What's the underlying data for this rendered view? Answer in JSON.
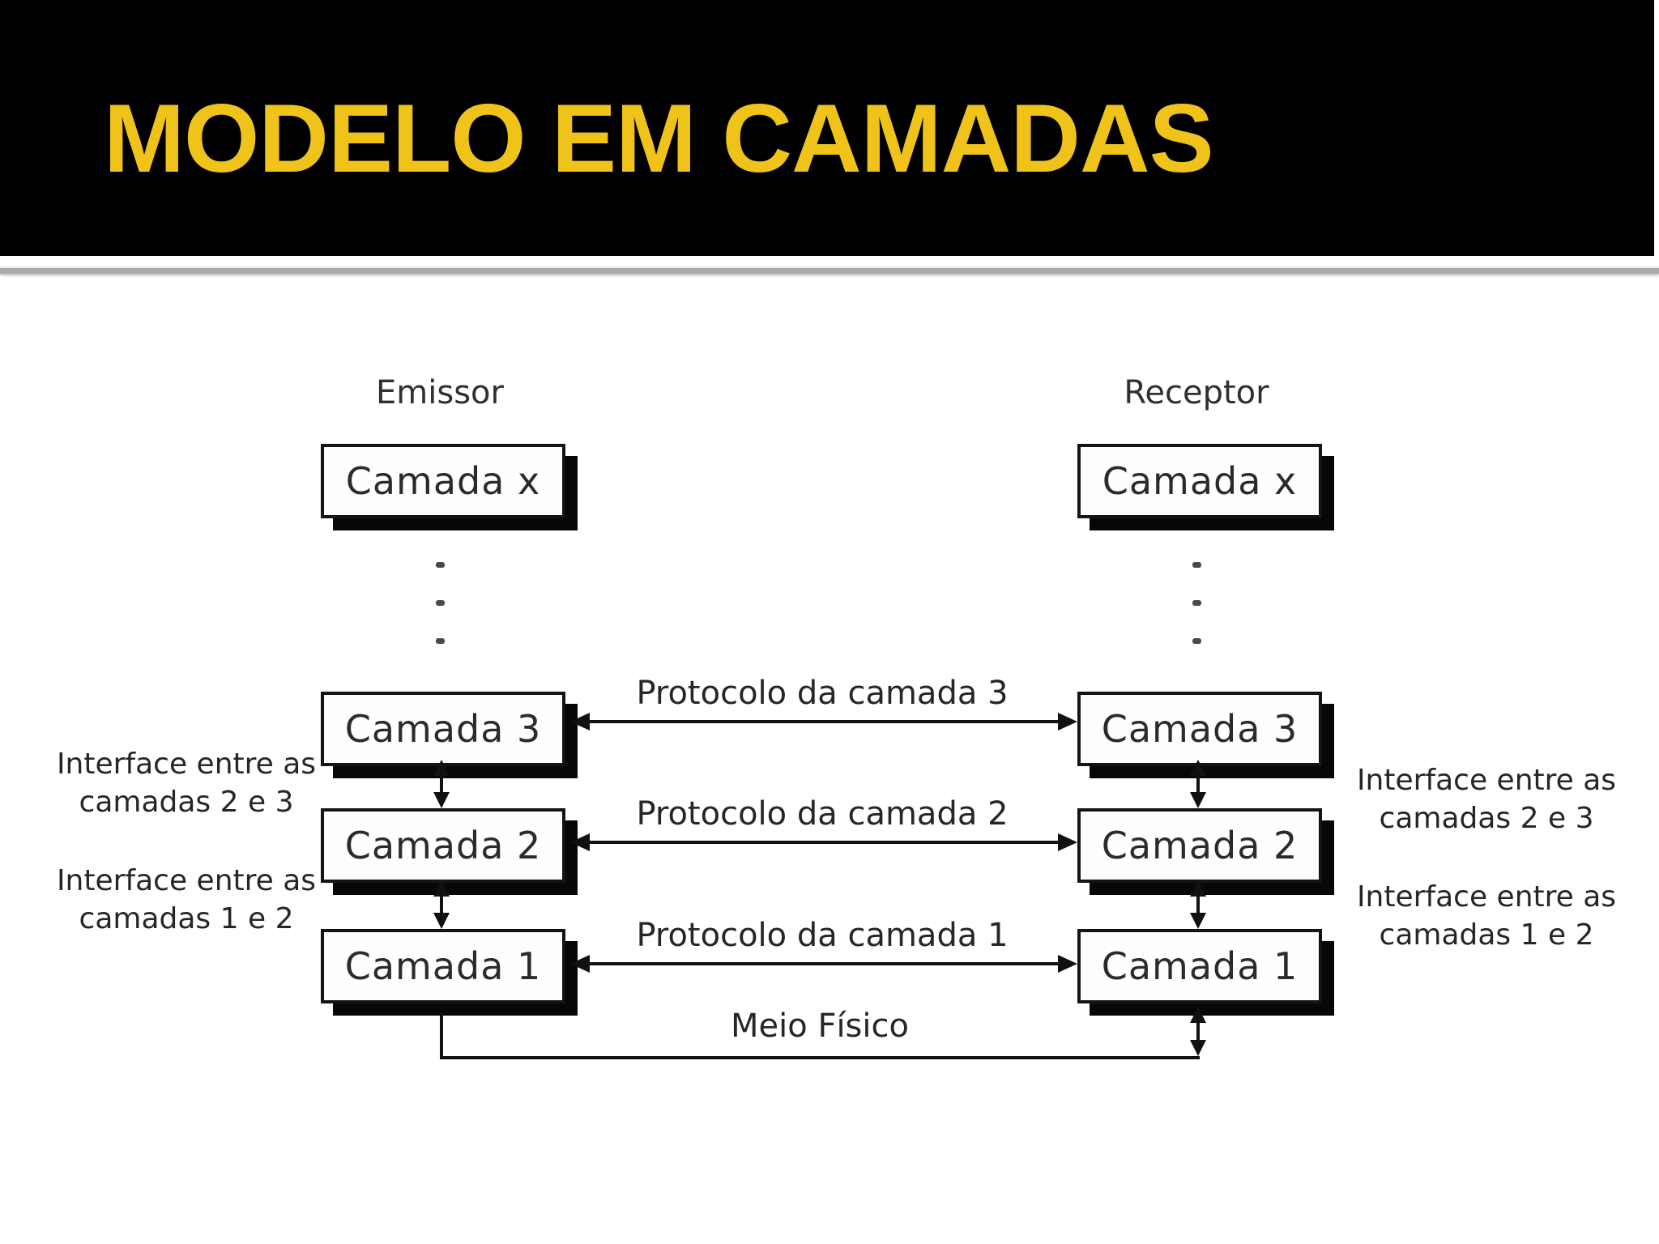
{
  "slide": {
    "title": "MODELO EM CAMADAS",
    "colors": {
      "title": "#EFC319",
      "header_bg": "#000000",
      "diagram_ink": "#111111"
    }
  },
  "diagram": {
    "emitter": {
      "label": "Emissor",
      "layers": [
        "Camada x",
        "Camada 3",
        "Camada 2",
        "Camada 1"
      ]
    },
    "receiver": {
      "label": "Receptor",
      "layers": [
        "Camada x",
        "Camada 3",
        "Camada 2",
        "Camada 1"
      ]
    },
    "protocols": [
      "Protocolo da camada 3",
      "Protocolo da camada 2",
      "Protocolo da camada 1"
    ],
    "interfaces_left": [
      {
        "line1": "Interface entre as",
        "line2": "camadas 2 e 3"
      },
      {
        "line1": "Interface entre as",
        "line2": "camadas 1 e 2"
      }
    ],
    "interfaces_right": [
      {
        "line1": "Interface entre as",
        "line2": "camadas 2 e 3"
      },
      {
        "line1": "Interface entre as",
        "line2": "camadas 1 e 2"
      }
    ],
    "physical_medium_label": "Meio Físico"
  }
}
